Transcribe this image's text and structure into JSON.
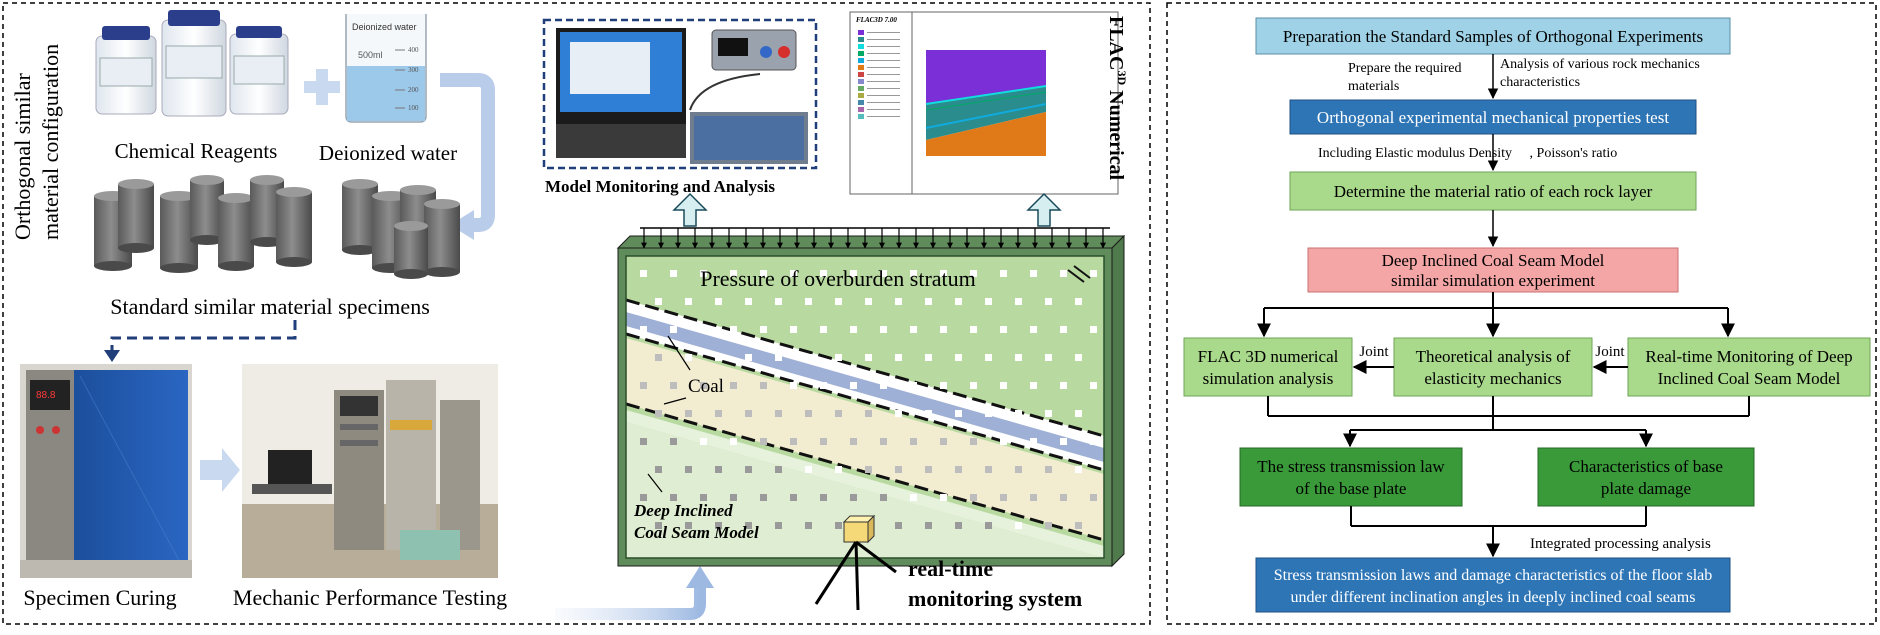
{
  "left_panel": {
    "vertical_label_line1": "Orthogonal similar",
    "vertical_label_line2": "material configuration",
    "chemical_reagents": "Chemical Reagents",
    "deionized_water": "Deionized water",
    "beaker_label": "Deionized water",
    "beaker_volume": "500ml",
    "beaker_ticks": [
      "400",
      "300",
      "200",
      "100"
    ],
    "standard_specimens": "Standard similar material specimens",
    "specimen_curing": "Specimen Curing",
    "mechanic_testing": "Mechanic Performance Testing",
    "model_monitoring": "Model Monitoring and Analysis",
    "flac_software_title": "FLAC3D 7.00",
    "flac_label_main": "FLAC",
    "flac_label_sup": "3D",
    "flac_label_rest": " Numerical",
    "pressure_label": "Pressure of overburden stratum",
    "coal_label": "Coal",
    "model_label_line1": "Deep Inclined",
    "model_label_line2": "Coal Seam Model",
    "monitoring_line1": "real-time",
    "monitoring_line2": "monitoring system"
  },
  "flowchart": {
    "step1": "Preparation the Standard Samples of Orthogonal Experiments",
    "note_left_line1": "Prepare the required",
    "note_left_line2": "materials",
    "note_right_line1": "Analysis of various rock mechanics",
    "note_right_line2": "characteristics",
    "step2": "Orthogonal experimental mechanical properties test",
    "note_mid": "Including Elastic modulus Density 　, Poisson's ratio",
    "step3": "Determine the material ratio of each rock layer",
    "step4_line1": "Deep Inclined Coal Seam Model",
    "step4_line2": "similar simulation experiment",
    "branch_left_line1": "FLAC 3D numerical",
    "branch_left_line2": "simulation analysis",
    "branch_mid_line1": "Theoretical analysis of",
    "branch_mid_line2": "elasticity mechanics",
    "branch_right_line1": "Real-time Monitoring of Deep",
    "branch_right_line2": "Inclined Coal Seam Model",
    "joint_left": "Joint",
    "joint_right": "Joint",
    "result_left_line1": "The stress transmission law",
    "result_left_line2": "of the base plate",
    "result_right_line1": "Characteristics of base",
    "result_right_line2": "plate damage",
    "note_integrated": "Integrated processing analysis",
    "final_line1": "Stress transmission laws and damage characteristics of the floor slab",
    "final_line2": "under different inclination angles in deeply inclined coal seams"
  },
  "colors": {
    "light_blue": "#9fd2e6",
    "dark_blue": "#2e75b6",
    "light_green": "#a9d98b",
    "salmon": "#f4a6a6",
    "dark_green": "#3a9a3a",
    "model_green": "#b8d9a0",
    "coal_band": "#f2ecd0",
    "coal_seam": "#9fb0d6",
    "arrow_blue": "#b9cdea"
  }
}
